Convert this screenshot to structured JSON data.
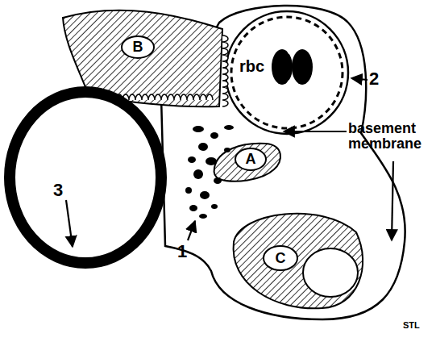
{
  "diagram": {
    "nodes": [
      {
        "text": [
          "B"
        ]
      },
      {
        "text": [
          "A"
        ]
      },
      {
        "text": [
          "C"
        ]
      }
    ],
    "labels": [
      "rbc",
      "2",
      "basement membrane",
      "1",
      "3",
      "STL"
    ]
  }
}
